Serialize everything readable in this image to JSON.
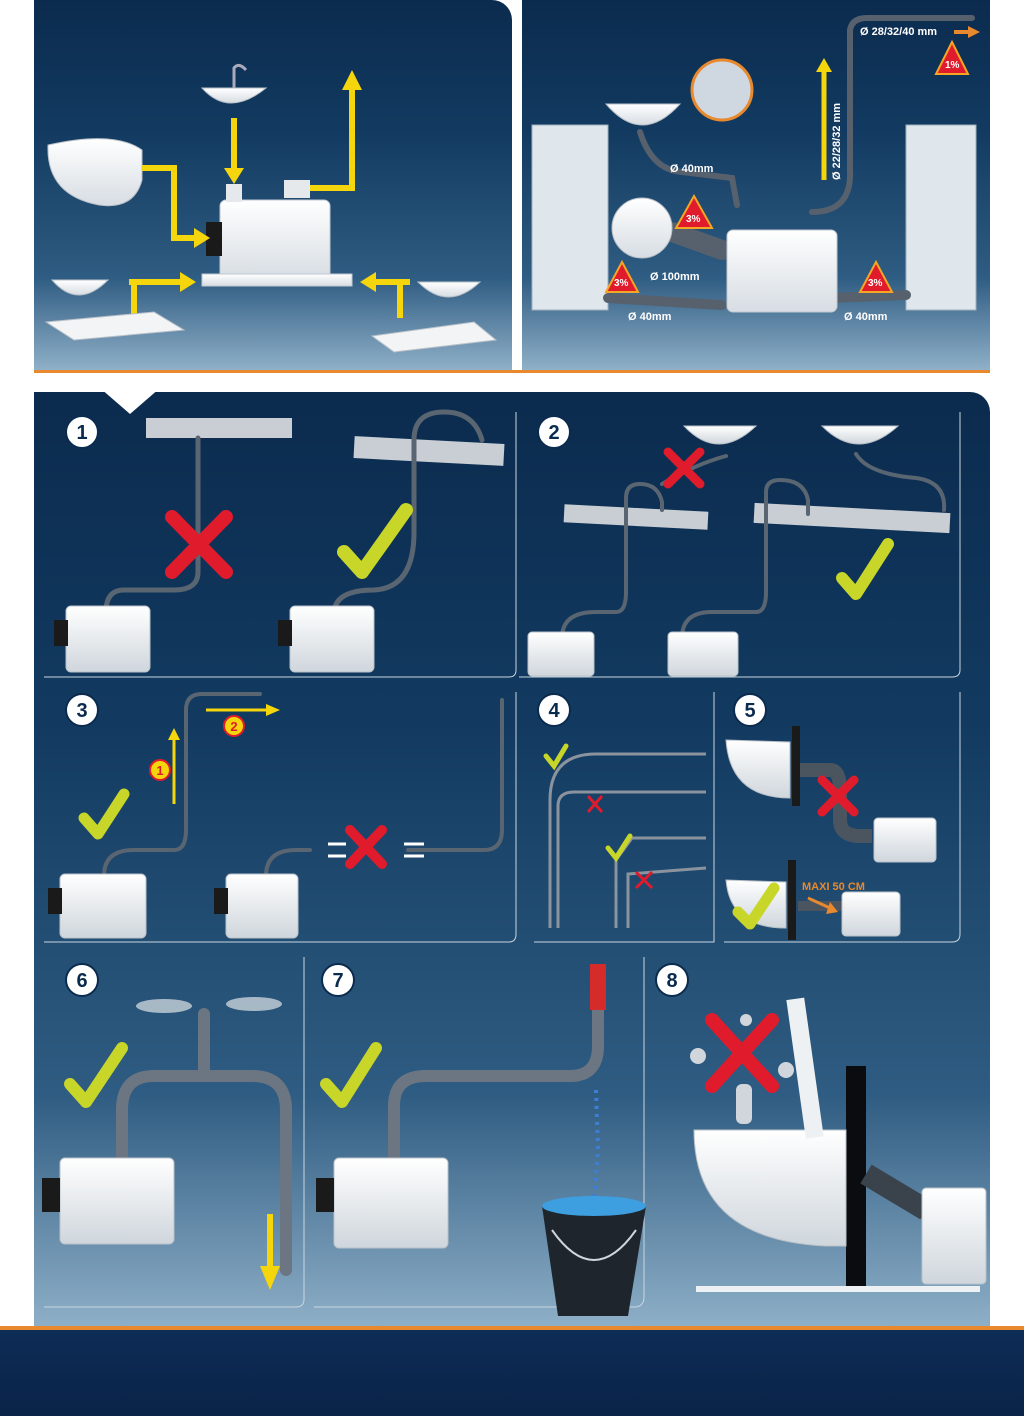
{
  "top_left": {},
  "top_right": {
    "labels": {
      "outlet": "Ø 28/32/40 mm",
      "vertical": "Ø 22/28/32 mm",
      "sink_pipe": "Ø 40mm",
      "wc_pipe": "Ø 100mm",
      "shower_left": "Ø 40mm",
      "shower_right": "Ø 40mm"
    },
    "slopes": {
      "outlet": "1%",
      "wc": "3%",
      "shower_left": "3%",
      "shower_right": "3%"
    }
  },
  "steps": [
    {
      "number": "1"
    },
    {
      "number": "2"
    },
    {
      "number": "3",
      "markers": [
        "1",
        "2"
      ]
    },
    {
      "number": "4"
    },
    {
      "number": "5",
      "max_label": "MAXI 50 CM"
    },
    {
      "number": "6"
    },
    {
      "number": "7"
    },
    {
      "number": "8"
    }
  ],
  "colors": {
    "navy": "#0b2b4e",
    "yellow_arrow": "#f5d50c",
    "orange": "#e8892e",
    "check": "#c8d62a",
    "cross": "#e01b2c"
  }
}
